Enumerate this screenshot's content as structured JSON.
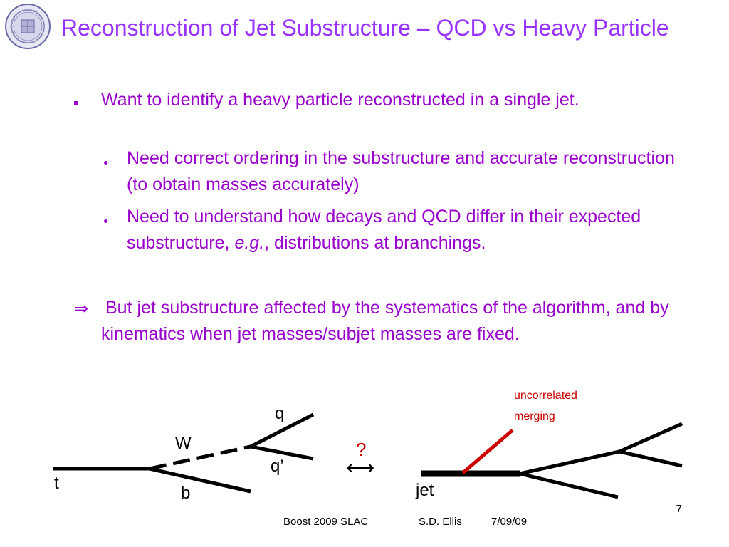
{
  "slide": {
    "title": "Reconstruction of Jet Substructure – QCD vs Heavy Particle",
    "bullets": {
      "b1": "Want to identify a heavy particle reconstructed in a single jet.",
      "b1_sub1": "Need correct ordering in the substructure and accurate reconstruction (to obtain masses accurately)",
      "b1_sub2_pre": "Need to understand how decays and QCD differ in their expected substructure, ",
      "b1_sub2_em": "e.g.",
      "b1_sub2_post": ", distributions at branchings."
    },
    "implication": {
      "symbol": "⇒",
      "text": "But jet substructure affected by the systematics of the algorithm, and by kinematics when jet masses/subjet masses are fixed."
    }
  },
  "diagram": {
    "left_labels": {
      "t": "t",
      "b": "b",
      "W": "W",
      "q": "q",
      "q_prime": "q’"
    },
    "middle": {
      "question": "?",
      "relation": "⟷"
    },
    "right_labels": {
      "jet": "jet",
      "annotation_line1": "uncorrelated",
      "annotation_line2": "merging"
    },
    "colors": {
      "lines": "#000000",
      "annotation": "#cc0000"
    }
  },
  "footer": {
    "event": "Boost 2009  SLAC",
    "author": "S.D. Ellis",
    "date": "7/09/09",
    "page": "7"
  }
}
